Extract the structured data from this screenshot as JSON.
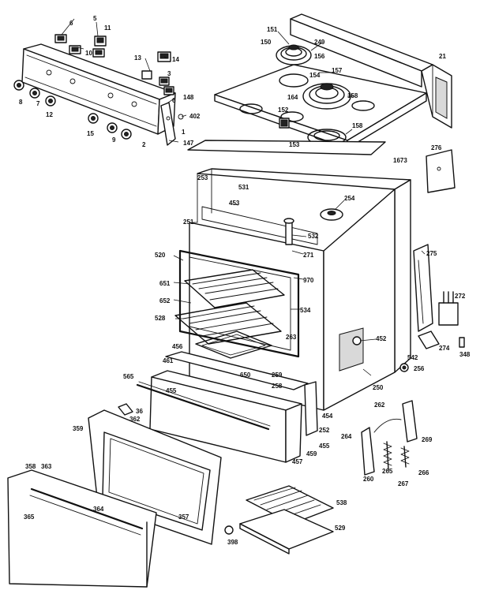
{
  "callouts": [
    {
      "id": "c6a",
      "text": "6"
    },
    {
      "id": "c5",
      "text": "5"
    },
    {
      "id": "c11",
      "text": "11"
    },
    {
      "id": "c10",
      "text": "10"
    },
    {
      "id": "c13",
      "text": "13"
    },
    {
      "id": "c14",
      "text": "14"
    },
    {
      "id": "c3",
      "text": "3"
    },
    {
      "id": "c8",
      "text": "8"
    },
    {
      "id": "c7",
      "text": "7"
    },
    {
      "id": "c12",
      "text": "12"
    },
    {
      "id": "c15",
      "text": "15"
    },
    {
      "id": "c9",
      "text": "9"
    },
    {
      "id": "c2",
      "text": "2"
    },
    {
      "id": "c148",
      "text": "148"
    },
    {
      "id": "c6b",
      "text": "6"
    },
    {
      "id": "c402",
      "text": "402"
    },
    {
      "id": "c1",
      "text": "1"
    },
    {
      "id": "c147",
      "text": "147"
    },
    {
      "id": "c151",
      "text": "151"
    },
    {
      "id": "c150",
      "text": "150"
    },
    {
      "id": "c249",
      "text": "249"
    },
    {
      "id": "c156",
      "text": "156"
    },
    {
      "id": "c157",
      "text": "157"
    },
    {
      "id": "c154",
      "text": "154"
    },
    {
      "id": "c164",
      "text": "164"
    },
    {
      "id": "c158a",
      "text": "158"
    },
    {
      "id": "c158b",
      "text": "158"
    },
    {
      "id": "c152",
      "text": "152"
    },
    {
      "id": "c153",
      "text": "153"
    },
    {
      "id": "c21",
      "text": "21"
    },
    {
      "id": "c276",
      "text": "276"
    },
    {
      "id": "c1673",
      "text": "1673"
    },
    {
      "id": "c253",
      "text": "253"
    },
    {
      "id": "c531",
      "text": "531"
    },
    {
      "id": "c254",
      "text": "254"
    },
    {
      "id": "c453",
      "text": "453"
    },
    {
      "id": "c251",
      "text": "251"
    },
    {
      "id": "c532",
      "text": "532"
    },
    {
      "id": "c271",
      "text": "271"
    },
    {
      "id": "c520",
      "text": "520"
    },
    {
      "id": "c651",
      "text": "651"
    },
    {
      "id": "c970",
      "text": "970"
    },
    {
      "id": "c275",
      "text": "275"
    },
    {
      "id": "c652",
      "text": "652"
    },
    {
      "id": "c534",
      "text": "534"
    },
    {
      "id": "c272",
      "text": "272"
    },
    {
      "id": "c528",
      "text": "528"
    },
    {
      "id": "c452",
      "text": "452"
    },
    {
      "id": "c274",
      "text": "274"
    },
    {
      "id": "c542",
      "text": "542"
    },
    {
      "id": "c348",
      "text": "348"
    },
    {
      "id": "c256",
      "text": "256"
    },
    {
      "id": "c456",
      "text": "456"
    },
    {
      "id": "c263",
      "text": "263"
    },
    {
      "id": "c461",
      "text": "461"
    },
    {
      "id": "c650",
      "text": "650"
    },
    {
      "id": "c259",
      "text": "259"
    },
    {
      "id": "c258",
      "text": "258"
    },
    {
      "id": "c250",
      "text": "250"
    },
    {
      "id": "c565",
      "text": "565"
    },
    {
      "id": "c455a",
      "text": "455"
    },
    {
      "id": "c262",
      "text": "262"
    },
    {
      "id": "c454",
      "text": "454"
    },
    {
      "id": "c36",
      "text": "36"
    },
    {
      "id": "c362",
      "text": "362"
    },
    {
      "id": "c252",
      "text": "252"
    },
    {
      "id": "c264",
      "text": "264"
    },
    {
      "id": "c269",
      "text": "269"
    },
    {
      "id": "c359",
      "text": "359"
    },
    {
      "id": "c455b",
      "text": "455"
    },
    {
      "id": "c457",
      "text": "457"
    },
    {
      "id": "c459",
      "text": "459"
    },
    {
      "id": "c260",
      "text": "260"
    },
    {
      "id": "c265",
      "text": "265"
    },
    {
      "id": "c267",
      "text": "267"
    },
    {
      "id": "c266",
      "text": "266"
    },
    {
      "id": "c358",
      "text": "358"
    },
    {
      "id": "c363",
      "text": "363"
    },
    {
      "id": "c538",
      "text": "538"
    },
    {
      "id": "c365",
      "text": "365"
    },
    {
      "id": "c364",
      "text": "364"
    },
    {
      "id": "c357",
      "text": "357"
    },
    {
      "id": "c529",
      "text": "529"
    },
    {
      "id": "c398",
      "text": "398"
    }
  ]
}
